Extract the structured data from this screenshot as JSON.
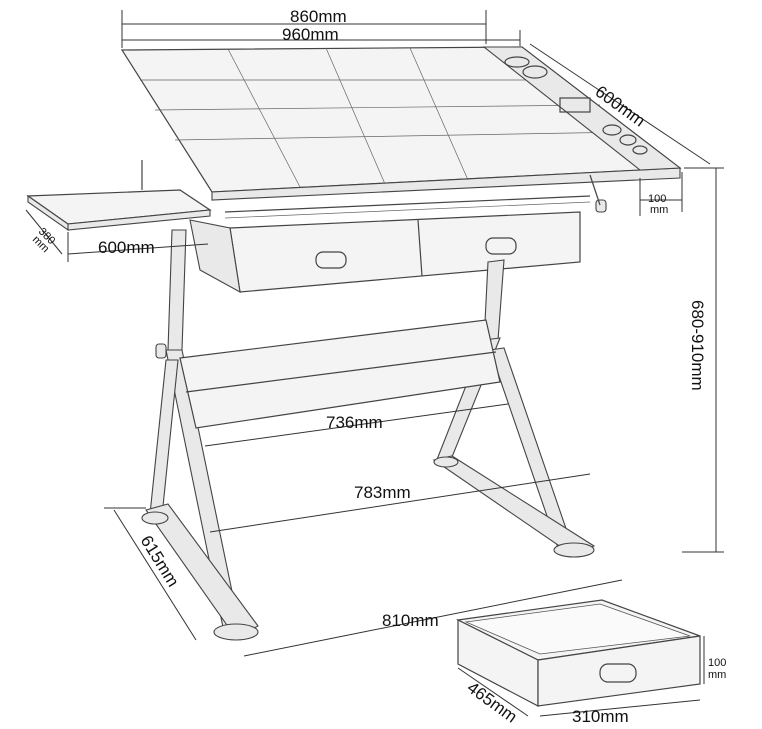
{
  "dimensions": {
    "top_inner_width": "860mm",
    "top_total_width": "960mm",
    "top_depth": "600mm",
    "tray_depth_top": "100",
    "tray_depth_unit": "mm",
    "side_shelf_depth": "380",
    "side_shelf_depth_unit": "mm",
    "side_shelf_width": "600mm",
    "height_range": "680-910mm",
    "lower_bar_width": "736mm",
    "base_inner_width": "783mm",
    "base_depth": "615mm",
    "base_total_width": "810mm"
  },
  "drawer_detail": {
    "height": "100",
    "height_unit": "mm",
    "depth": "465mm",
    "width": "310mm"
  }
}
